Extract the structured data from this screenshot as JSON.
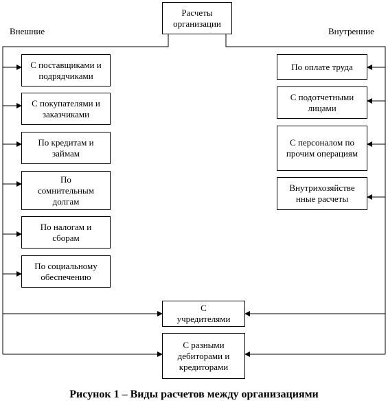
{
  "top": {
    "title": "Расчеты организации"
  },
  "left_label": "Внешние",
  "right_label": "Внутренние",
  "external": [
    "С поставщиками и подрядчиками",
    "С покупателями и заказчиками",
    "По кредитам и займам",
    "По сомнительным долгам",
    "По налогам и сборам",
    "По социальному обеспечению"
  ],
  "internal": [
    "По оплате труда",
    "С подотчетными лицами",
    "С персоналом по прочим операциям",
    "Внутрихозяйстве нные расчеты"
  ],
  "bottom": [
    "С учредителями",
    "С разными дебиторами и кредиторами"
  ],
  "caption": "Рисунок  1 – Виды расчетов между организациями"
}
